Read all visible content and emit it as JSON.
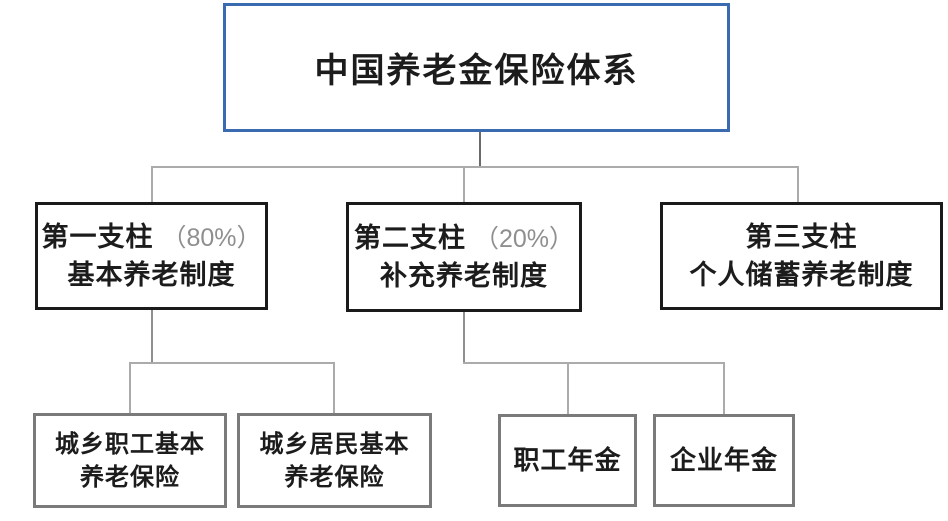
{
  "diagram": {
    "title": "中国养老金保险体系",
    "pillars": [
      {
        "name": "第一支柱",
        "share": "（80%）",
        "subtitle": "基本养老制度"
      },
      {
        "name": "第二支柱",
        "share": "（20%）",
        "subtitle": "补充养老制度"
      },
      {
        "name": "第三支柱",
        "share": "",
        "subtitle": "个人储蓄养老制度"
      }
    ],
    "pillar1_children": [
      {
        "line1": "城乡职工基本",
        "line2": "养老保险"
      },
      {
        "line1": "城乡居民基本",
        "line2": "养老保险"
      }
    ],
    "pillar2_children": [
      {
        "label": "职工年金"
      },
      {
        "label": "企业年金"
      }
    ],
    "colors": {
      "root_border": "#3a6bb0",
      "pillar_border": "#1a1a1a",
      "leaf_border": "#7a7a7a",
      "share_text": "#8f8f8f",
      "connector": "#ababab",
      "connector_dark": "#6b6b6b"
    }
  }
}
